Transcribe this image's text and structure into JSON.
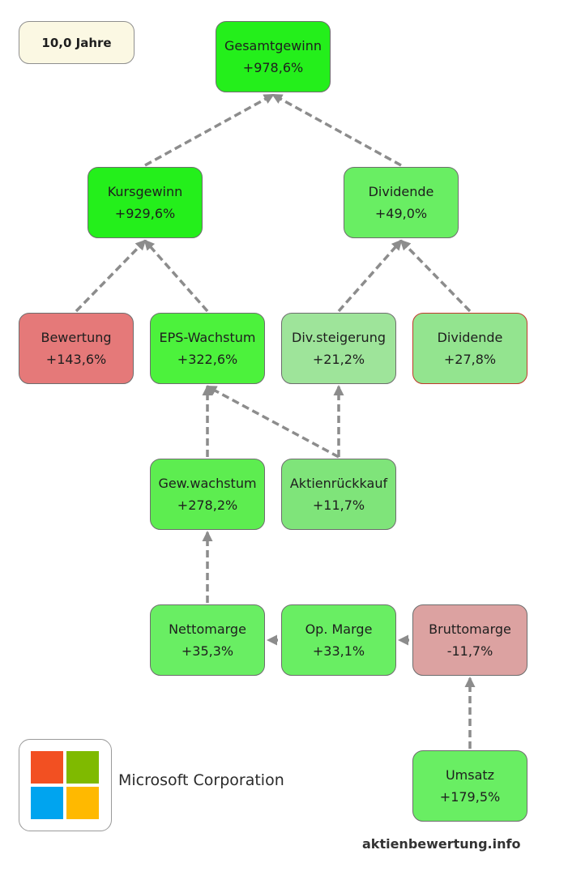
{
  "period": "10,0 Jahre",
  "company": "Microsoft Corporation",
  "source": "aktienbewertung.info",
  "colors": {
    "green_strong": "#24ef1b",
    "green_medium": "#4cf23c",
    "green_light": "#69ee63",
    "green_pale": "#9ee49a",
    "green_soft": "#7fe47a",
    "red_strong": "#e57979",
    "red_pale": "#dca2a1",
    "arrow": "#8c8c8c"
  },
  "nodes": [
    {
      "id": "gesamtgewinn",
      "label": "Gesamtgewinn",
      "value": "+978,6%",
      "color": "#24ef1b"
    },
    {
      "id": "kursgewinn",
      "label": "Kursgewinn",
      "value": "+929,6%",
      "color": "#24ef1b"
    },
    {
      "id": "dividende-total",
      "label": "Dividende",
      "value": "+49,0%",
      "color": "#69ee63"
    },
    {
      "id": "bewertung",
      "label": "Bewertung",
      "value": "+143,6%",
      "color": "#e57979"
    },
    {
      "id": "eps-wachstum",
      "label": "EPS-Wachstum",
      "value": "+322,6%",
      "color": "#4cf23c"
    },
    {
      "id": "div-steigerung",
      "label": "Div.steigerung",
      "value": "+21,2%",
      "color": "#9ee49a"
    },
    {
      "id": "dividende",
      "label": "Dividende",
      "value": "+27,8%",
      "color": "#93e48f"
    },
    {
      "id": "gew-wachstum",
      "label": "Gew.wachstum",
      "value": "+278,2%",
      "color": "#5ded50"
    },
    {
      "id": "aktienrueckkauf",
      "label": "Aktienrückkauf",
      "value": "+11,7%",
      "color": "#7fe47a"
    },
    {
      "id": "nettomarge",
      "label": "Nettomarge",
      "value": "+35,3%",
      "color": "#69ee63"
    },
    {
      "id": "op-marge",
      "label": "Op. Marge",
      "value": "+33,1%",
      "color": "#69ee63"
    },
    {
      "id": "bruttomarge",
      "label": "Bruttomarge",
      "value": "-11,7%",
      "color": "#dca2a1"
    },
    {
      "id": "umsatz",
      "label": "Umsatz",
      "value": "+179,5%",
      "color": "#69ee63"
    }
  ],
  "edges": [
    {
      "from": "kursgewinn",
      "to": "gesamtgewinn"
    },
    {
      "from": "dividende-total",
      "to": "gesamtgewinn"
    },
    {
      "from": "bewertung",
      "to": "kursgewinn"
    },
    {
      "from": "eps-wachstum",
      "to": "kursgewinn"
    },
    {
      "from": "div-steigerung",
      "to": "dividende-total"
    },
    {
      "from": "dividende",
      "to": "dividende-total"
    },
    {
      "from": "gew-wachstum",
      "to": "eps-wachstum"
    },
    {
      "from": "aktienrueckkauf",
      "to": "eps-wachstum"
    },
    {
      "from": "aktienrueckkauf",
      "to": "div-steigerung"
    },
    {
      "from": "nettomarge",
      "to": "gew-wachstum"
    },
    {
      "from": "op-marge",
      "to": "nettomarge"
    },
    {
      "from": "bruttomarge",
      "to": "op-marge"
    },
    {
      "from": "umsatz",
      "to": "bruttomarge"
    }
  ],
  "logo_colors": [
    "#f25022",
    "#7fba00",
    "#00a4ef",
    "#ffb900"
  ]
}
